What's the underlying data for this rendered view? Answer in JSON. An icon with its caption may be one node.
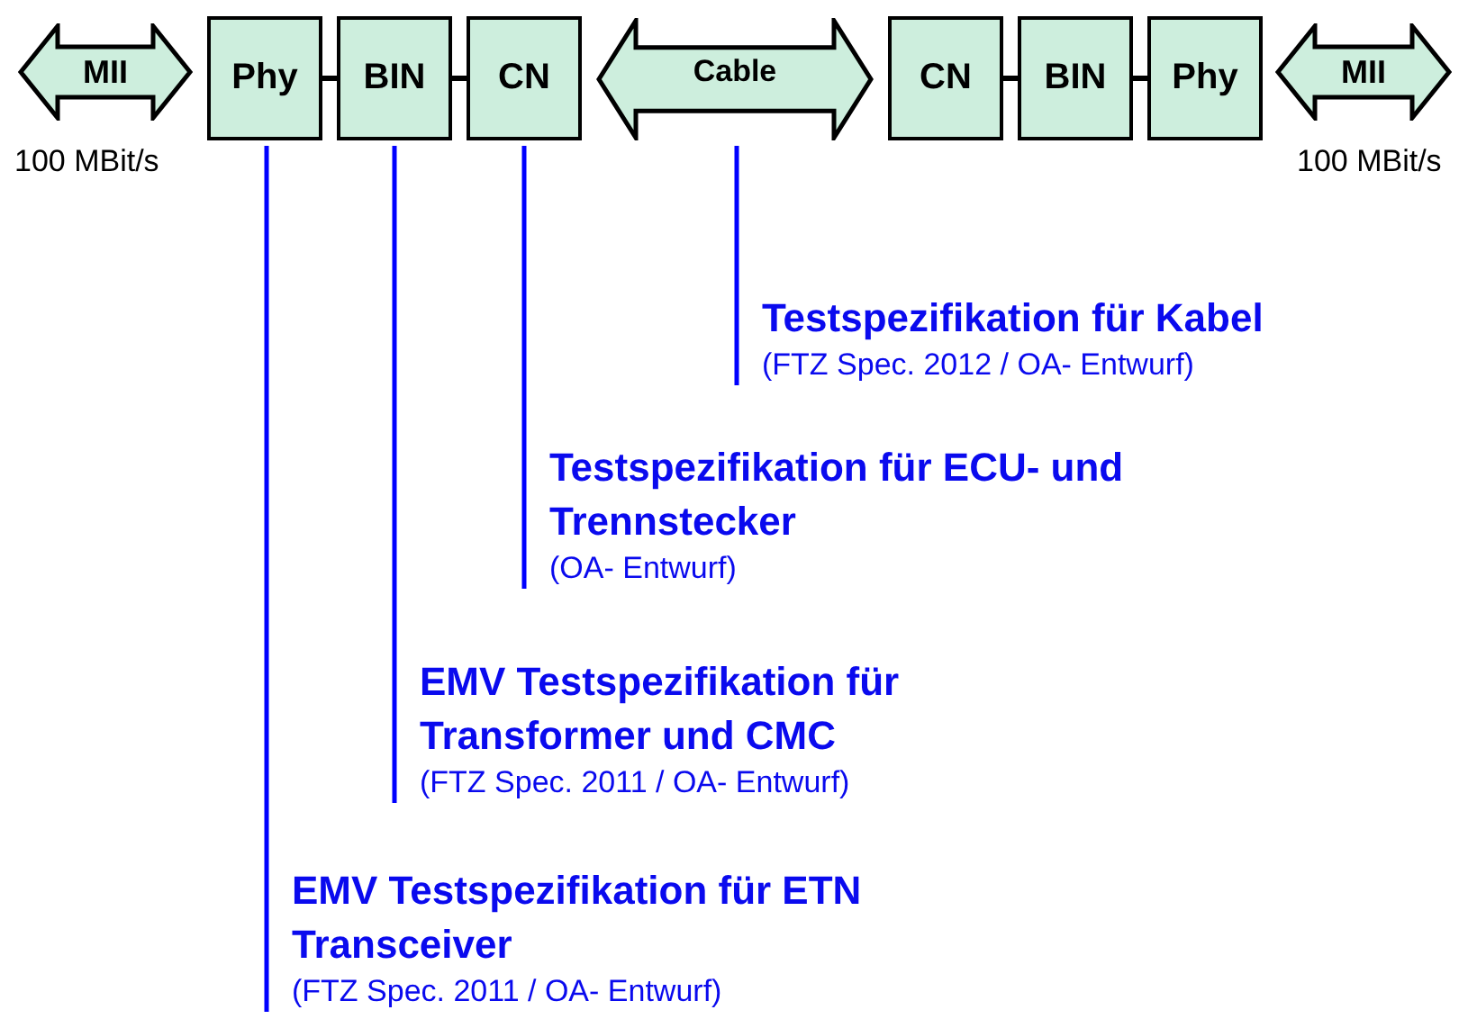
{
  "diagram": {
    "nodes": [
      {
        "text": [
          "MII"
        ],
        "beside": [
          "100 MBit/s"
        ]
      },
      {
        "text": [
          "Phy"
        ]
      },
      {
        "text": [
          "BIN"
        ]
      },
      {
        "text": [
          "CN"
        ]
      },
      {
        "text": [
          "Cable"
        ]
      },
      {
        "text": [
          "CN"
        ]
      },
      {
        "text": [
          "BIN"
        ]
      },
      {
        "text": [
          "Phy"
        ]
      },
      {
        "text": [
          "MII"
        ],
        "beside": [
          "100 MBit/s"
        ]
      },
      {
        "text": [
          "Testspezifikation für Kabel",
          "(FTZ Spec. 2012 / OA- Entwurf)"
        ]
      },
      {
        "text": [
          "Testspezifikation für ECU- und Trennstecker",
          "(OA- Entwurf)"
        ]
      },
      {
        "text": [
          "EMV Testspezifikation für Transformer und CMC",
          "(FTZ Spec. 2011 / OA- Entwurf)"
        ]
      },
      {
        "text": [
          "EMV Testspezifikation für ETN Transceiver",
          "(FTZ Spec. 2011 / OA- Entwurf)"
        ]
      }
    ],
    "edges": [
      {
        "from": 1,
        "to": 2,
        "arrow": "none"
      },
      {
        "from": 2,
        "to": 3,
        "arrow": "none"
      },
      {
        "from": 5,
        "to": 6,
        "arrow": "none"
      },
      {
        "from": 6,
        "to": 7,
        "arrow": "none"
      },
      {
        "from": 9,
        "to": 4,
        "arrow": "none",
        "color": "#0000ff"
      },
      {
        "from": 10,
        "to": 3,
        "arrow": "none",
        "color": "#0000ff"
      },
      {
        "from": 11,
        "to": 2,
        "arrow": "none",
        "color": "#0000ff"
      },
      {
        "from": 12,
        "to": 1,
        "arrow": "none",
        "color": "#0000ff"
      }
    ]
  }
}
